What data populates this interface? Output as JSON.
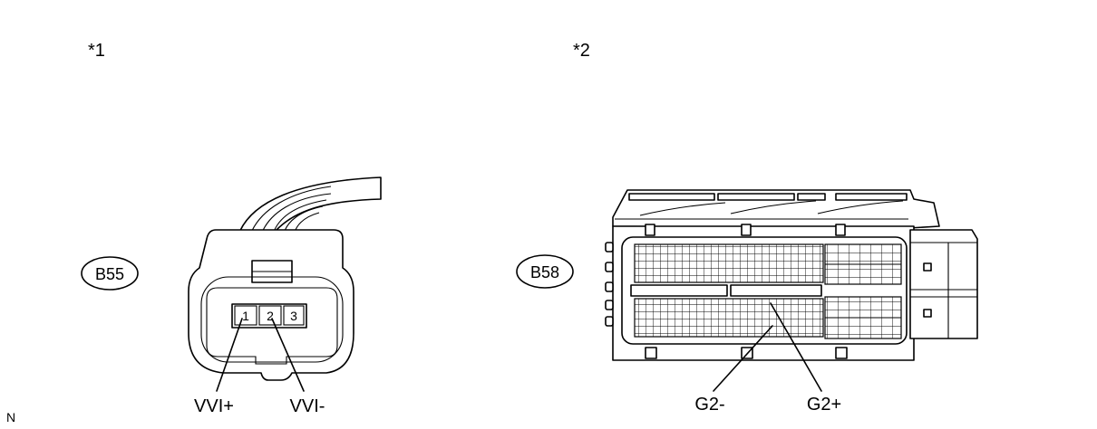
{
  "diagram": {
    "callouts": {
      "left": "*1",
      "right": "*2"
    },
    "connectors": {
      "left": {
        "code": "B55",
        "pins": [
          "1",
          "2",
          "3"
        ],
        "labels": {
          "pin1": "VVI+",
          "pin2": "VVI-"
        }
      },
      "right": {
        "code": "B58",
        "labels": {
          "a": "G2-",
          "b": "G2+"
        }
      }
    },
    "corner_mark": "N"
  }
}
